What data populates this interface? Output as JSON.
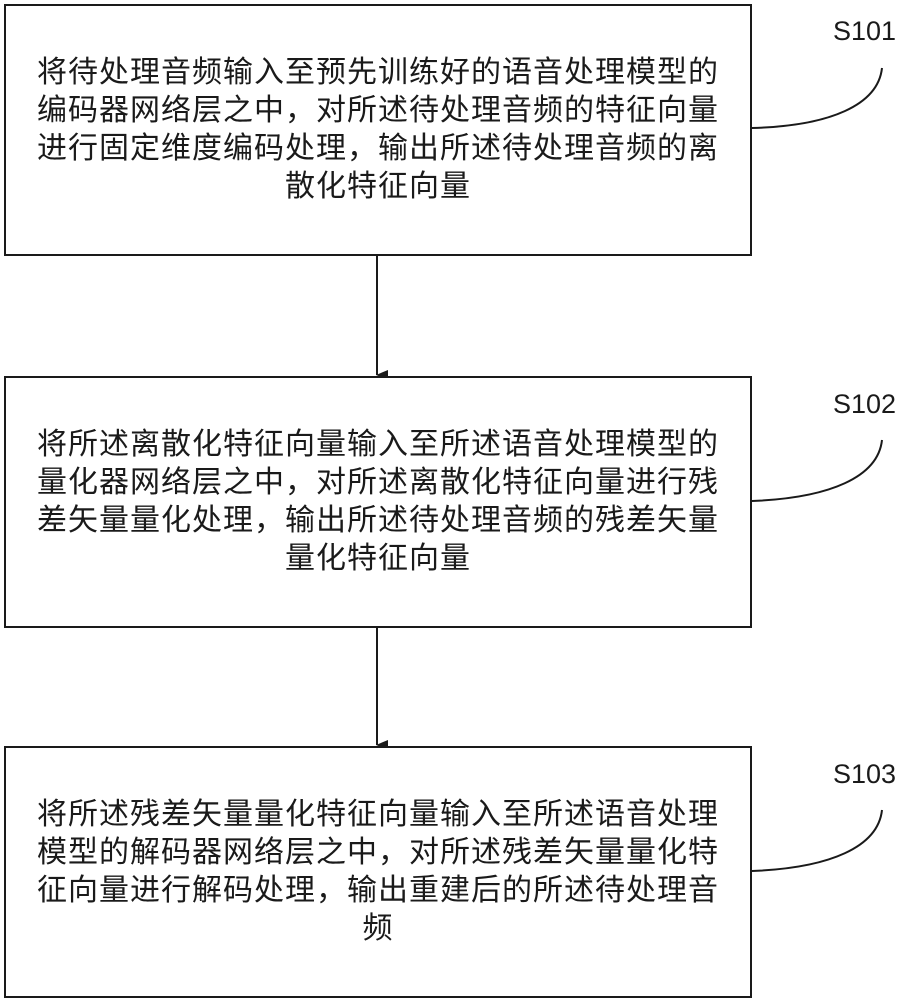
{
  "steps": [
    {
      "id": "S101",
      "lines": [
        "将待处理音频输入至预先训练好的语音处理模型的",
        "编码器网络层之中，对所述待处理音频的特征向量",
        "进行固定维度编码处理，输出所述待处理音频的离",
        "散化特征向量"
      ]
    },
    {
      "id": "S102",
      "lines": [
        "将所述离散化特征向量输入至所述语音处理模型的",
        "量化器网络层之中，对所述离散化特征向量进行残",
        "差矢量量化处理，输出所述待处理音频的残差矢量",
        "量化特征向量"
      ]
    },
    {
      "id": "S103",
      "lines": [
        "将所述残差矢量量化特征向量输入至所述语音处理",
        "模型的解码器网络层之中，对所述残差矢量量化特",
        "征向量进行解码处理，输出重建后的所述待处理音",
        "频"
      ]
    }
  ]
}
